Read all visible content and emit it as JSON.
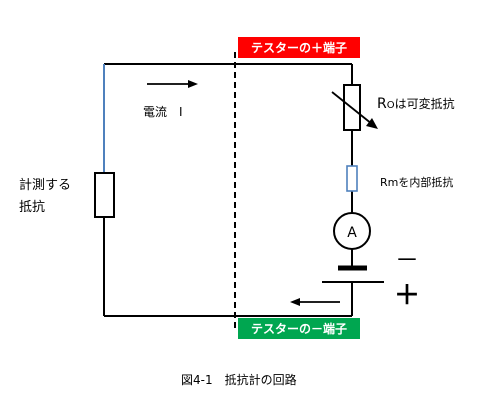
{
  "labels": {
    "plus_terminal": "テスターの＋端子",
    "minus_terminal": "テスターの－端子",
    "current": "電流　I",
    "variable_resistor": "R",
    "variable_resistor_sub": "O",
    "variable_resistor_desc": "は可変抵抗",
    "internal_resistor": "Rmを内部抵抗",
    "ammeter": "A",
    "measured_line1": "計測する",
    "measured_line2": "抵抗",
    "polarity_minus": "－",
    "polarity_plus": "＋",
    "caption": "図4-1　抵抗計の回路"
  },
  "colors": {
    "plus_badge": "#ff0000",
    "minus_badge": "#00a650",
    "wire": "#000000",
    "measured_wire": "#4f81bd",
    "internal_resistor_border": "#4f81bd"
  }
}
